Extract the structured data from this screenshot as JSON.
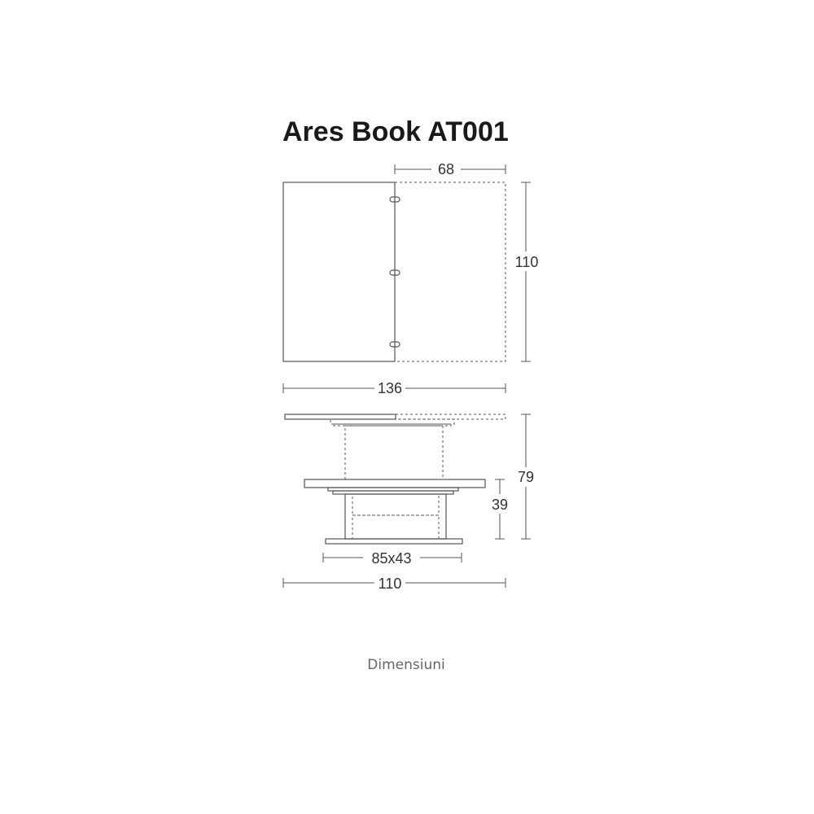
{
  "title": "Ares Book AT001",
  "caption": "Dimensiuni",
  "dimensions": {
    "extension_width": "68",
    "top_depth": "110",
    "open_width": "136",
    "max_height": "79",
    "min_height": "39",
    "base_size": "85x43",
    "closed_width": "110"
  }
}
